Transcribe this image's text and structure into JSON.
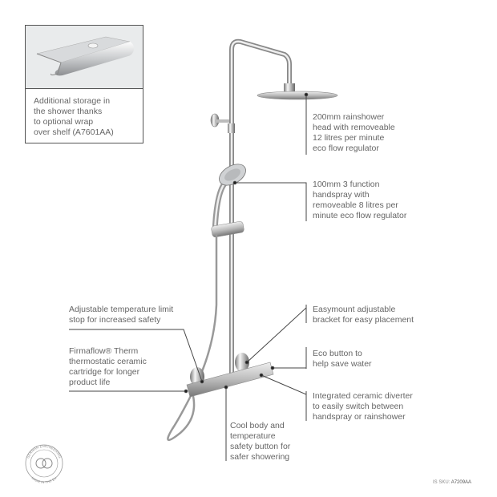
{
  "inset": {
    "caption": "Additional storage in\nthe shower thanks\nto optional wrap\nover shelf (A7601AA)"
  },
  "callouts": {
    "rainshower": "200mm rainshower\nhead with removeable\n12 litres per minute\neco flow regulator",
    "handspray": "100mm 3 function\nhandspray with\nremoveable 8 litres per\nminute eco flow regulator",
    "temp_limit": "Adjustable temperature limit\nstop for increased safety",
    "cartridge": "Firmaflow® Therm\nthermostatic ceramic\ncartridge for longer\nproduct life",
    "bracket": "Easymount adjustable\nbracket for easy placement",
    "eco_button": "Eco button to\nhelp save water",
    "diverter": "Integrated ceramic diverter\nto easily switch between\nhandspray or rainshower",
    "cool_body": "Cool body and\ntemperature\nsafety button for\nsafer showering"
  },
  "badge": {
    "top_text": "GERMAN ENGINEERING",
    "bottom_text": "MADE IN THE EU"
  },
  "sku": {
    "label": "IS SKU:",
    "value": "A7209AA"
  }
}
